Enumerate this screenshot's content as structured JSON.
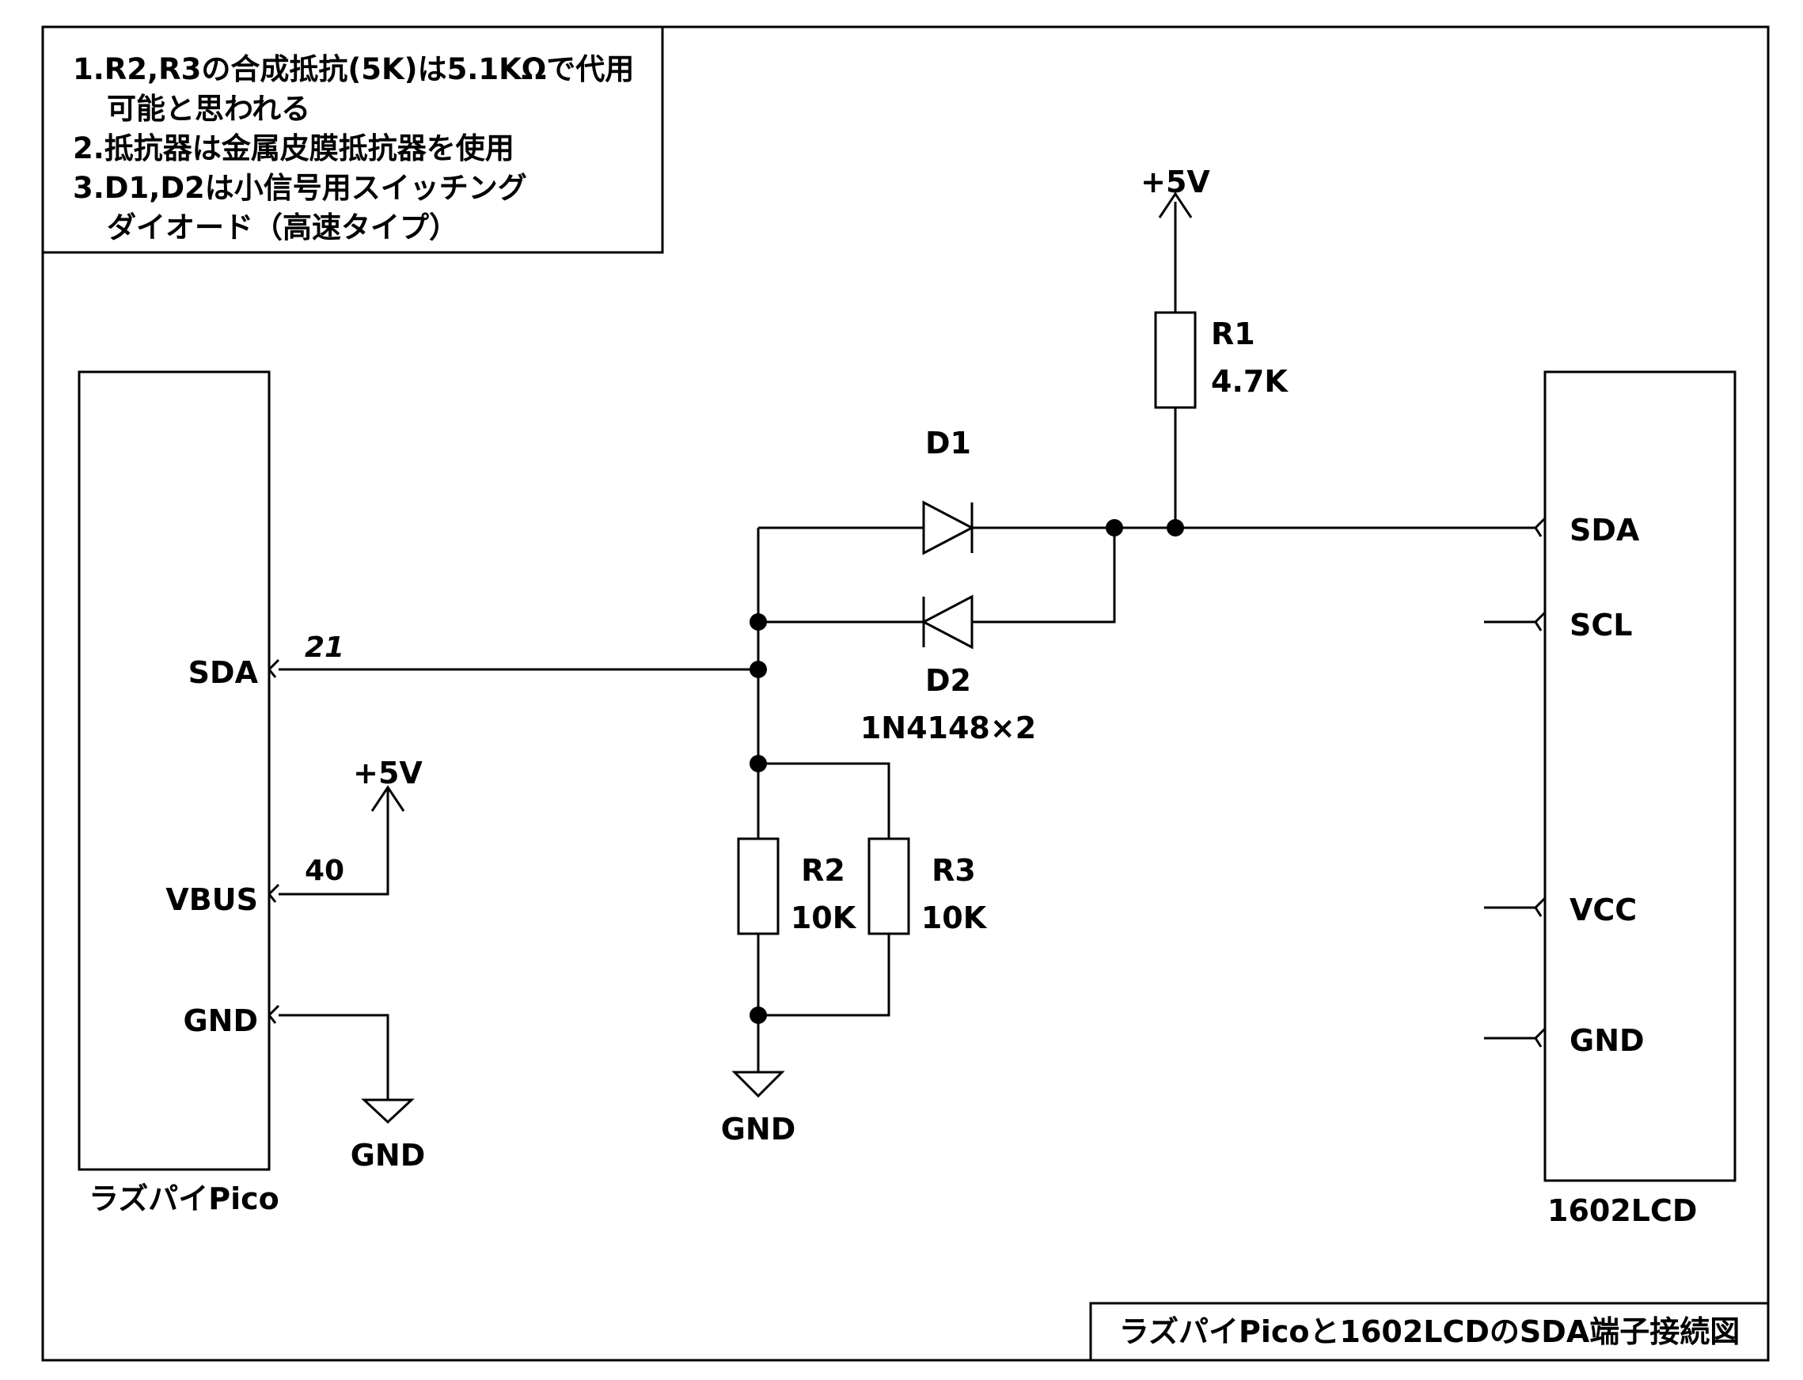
{
  "notes": {
    "line1": "1.R2,R3の合成抵抗(5K)は5.1KΩで代用",
    "line2": "可能と思われる",
    "line3": "2.抵抗器は金属皮膜抵抗器を使用",
    "line4": "3.D1,D2は小信号用スイッチング",
    "line5": "ダイオード（高速タイプ）"
  },
  "pico": {
    "name": "ラズパイPico",
    "pin_sda": "SDA",
    "pin_vbus": "VBUS",
    "pin_gnd": "GND",
    "pin_num_sda": "21",
    "pin_num_vbus": "40"
  },
  "lcd": {
    "name": "1602LCD",
    "pin_sda": "SDA",
    "pin_scl": "SCL",
    "pin_vcc": "VCC",
    "pin_gnd": "GND"
  },
  "components": {
    "r1_ref": "R1",
    "r1_val": "4.7K",
    "r2_ref": "R2",
    "r2_val": "10K",
    "r3_ref": "R3",
    "r3_val": "10K",
    "d1_ref": "D1",
    "d2_ref": "D2",
    "diode_part": "1N4148×2"
  },
  "power": {
    "plus5v_top": "+5V",
    "plus5v_vbus": "+5V",
    "gnd_pico": "GND",
    "gnd_divider": "GND"
  },
  "title_block": "ラズパイPicoと1602LCDのSDA端子接続図"
}
